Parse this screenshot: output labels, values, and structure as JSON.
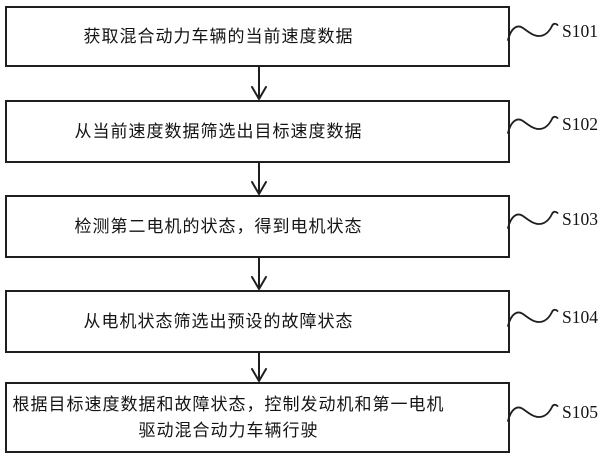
{
  "figure": {
    "type": "flowchart",
    "background": "#ffffff",
    "line_color": "#1f1f1f",
    "text_color": "#141414"
  },
  "steps": [
    {
      "id": "S101",
      "text": "获取混合动力车辆的当前速度数据"
    },
    {
      "id": "S102",
      "text": "从当前速度数据筛选出目标速度数据"
    },
    {
      "id": "S103",
      "text": "检测第二电机的状态，得到电机状态"
    },
    {
      "id": "S104",
      "text": "从电机状态筛选出预设的故障状态"
    },
    {
      "id": "S105",
      "text": "根据目标速度数据和故障状态，控制发动机和第一电机驱动混合动力车辆行驶",
      "line1": "根据目标速度数据和故障状态，控制发动机和第一电机",
      "line2": "驱动混合动力车辆行驶"
    }
  ]
}
